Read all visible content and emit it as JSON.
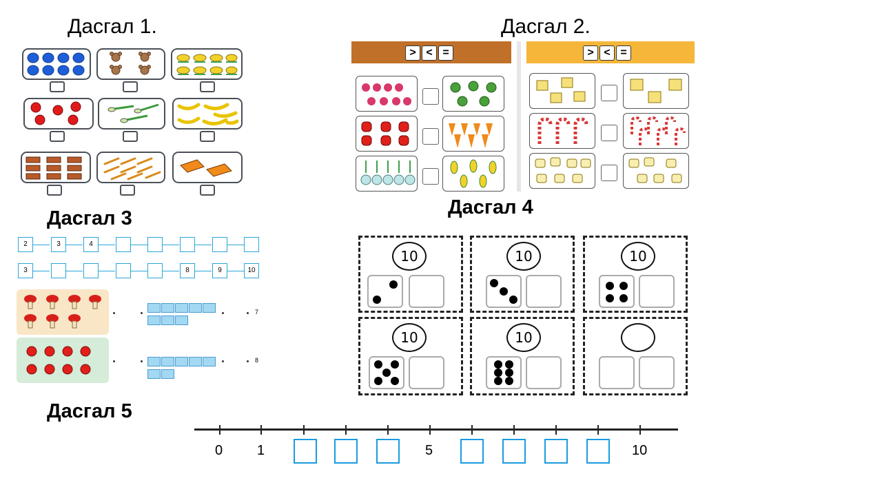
{
  "titles": {
    "t1": "Дасгал 1.",
    "t2": "Дасгал 2.",
    "t3": "Дасгал 3",
    "t4": "Дасгал 4",
    "t5": "Дасгал 5"
  },
  "ex2": {
    "operators": [
      ">",
      "<",
      "="
    ],
    "headerColorLeft": "#c07028",
    "headerColorRight": "#f5b63a"
  },
  "ex3": {
    "row1": [
      "2",
      "3",
      "4",
      "",
      "",
      "",
      "",
      ""
    ],
    "row2": [
      "3",
      "",
      "",
      "",
      "",
      "8",
      "9",
      "10"
    ],
    "row3_label": "7",
    "row4_label": "8"
  },
  "ex4": {
    "cards": [
      {
        "top": "10",
        "pips": 2
      },
      {
        "top": "10",
        "pips": 3
      },
      {
        "top": "10",
        "pips": 4
      },
      {
        "top": "10",
        "pips": 5
      },
      {
        "top": "10",
        "pips": 6
      },
      {
        "top": "",
        "pips": 0
      }
    ]
  },
  "ex5": {
    "labels": [
      "0",
      "1",
      "5",
      "10"
    ],
    "accent": "#1a9be0"
  }
}
